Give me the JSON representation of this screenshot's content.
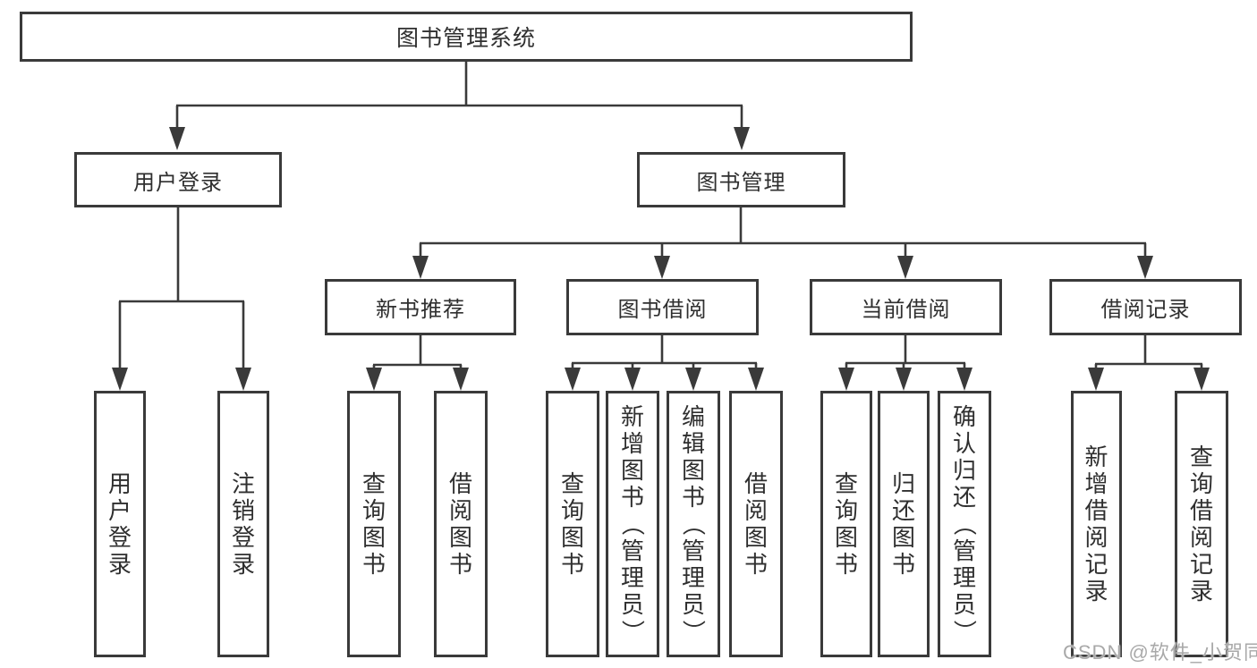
{
  "colors": {
    "line": "#3a3a3a",
    "box_border": "#3a3a3a",
    "box_background": "#ffffff",
    "text": "#2f2f2f",
    "watermark": "#a9a9a9",
    "page_background": "#ffffff"
  },
  "tree": {
    "root": {
      "label": "图书管理系统"
    },
    "branches": [
      {
        "label": "用户登录",
        "children": [
          {
            "label": "用户登录"
          },
          {
            "label": "注销登录"
          }
        ]
      },
      {
        "label": "图书管理",
        "children": [
          {
            "label": "新书推荐",
            "children": [
              {
                "label": "查询图书"
              },
              {
                "label": "借阅图书"
              }
            ]
          },
          {
            "label": "图书借阅",
            "children": [
              {
                "label": "查询图书"
              },
              {
                "label": "新增图书（管理员）"
              },
              {
                "label": "编辑图书（管理员）"
              },
              {
                "label": "借阅图书"
              }
            ]
          },
          {
            "label": "当前借阅",
            "children": [
              {
                "label": "查询图书"
              },
              {
                "label": "归还图书"
              },
              {
                "label": "确认归还（管理员）"
              }
            ]
          },
          {
            "label": "借阅记录",
            "children": [
              {
                "label": "新增借阅记录"
              },
              {
                "label": "查询借阅记录"
              }
            ]
          }
        ]
      }
    ]
  },
  "watermark": {
    "text": "CSDN @软件_小贺同学"
  }
}
